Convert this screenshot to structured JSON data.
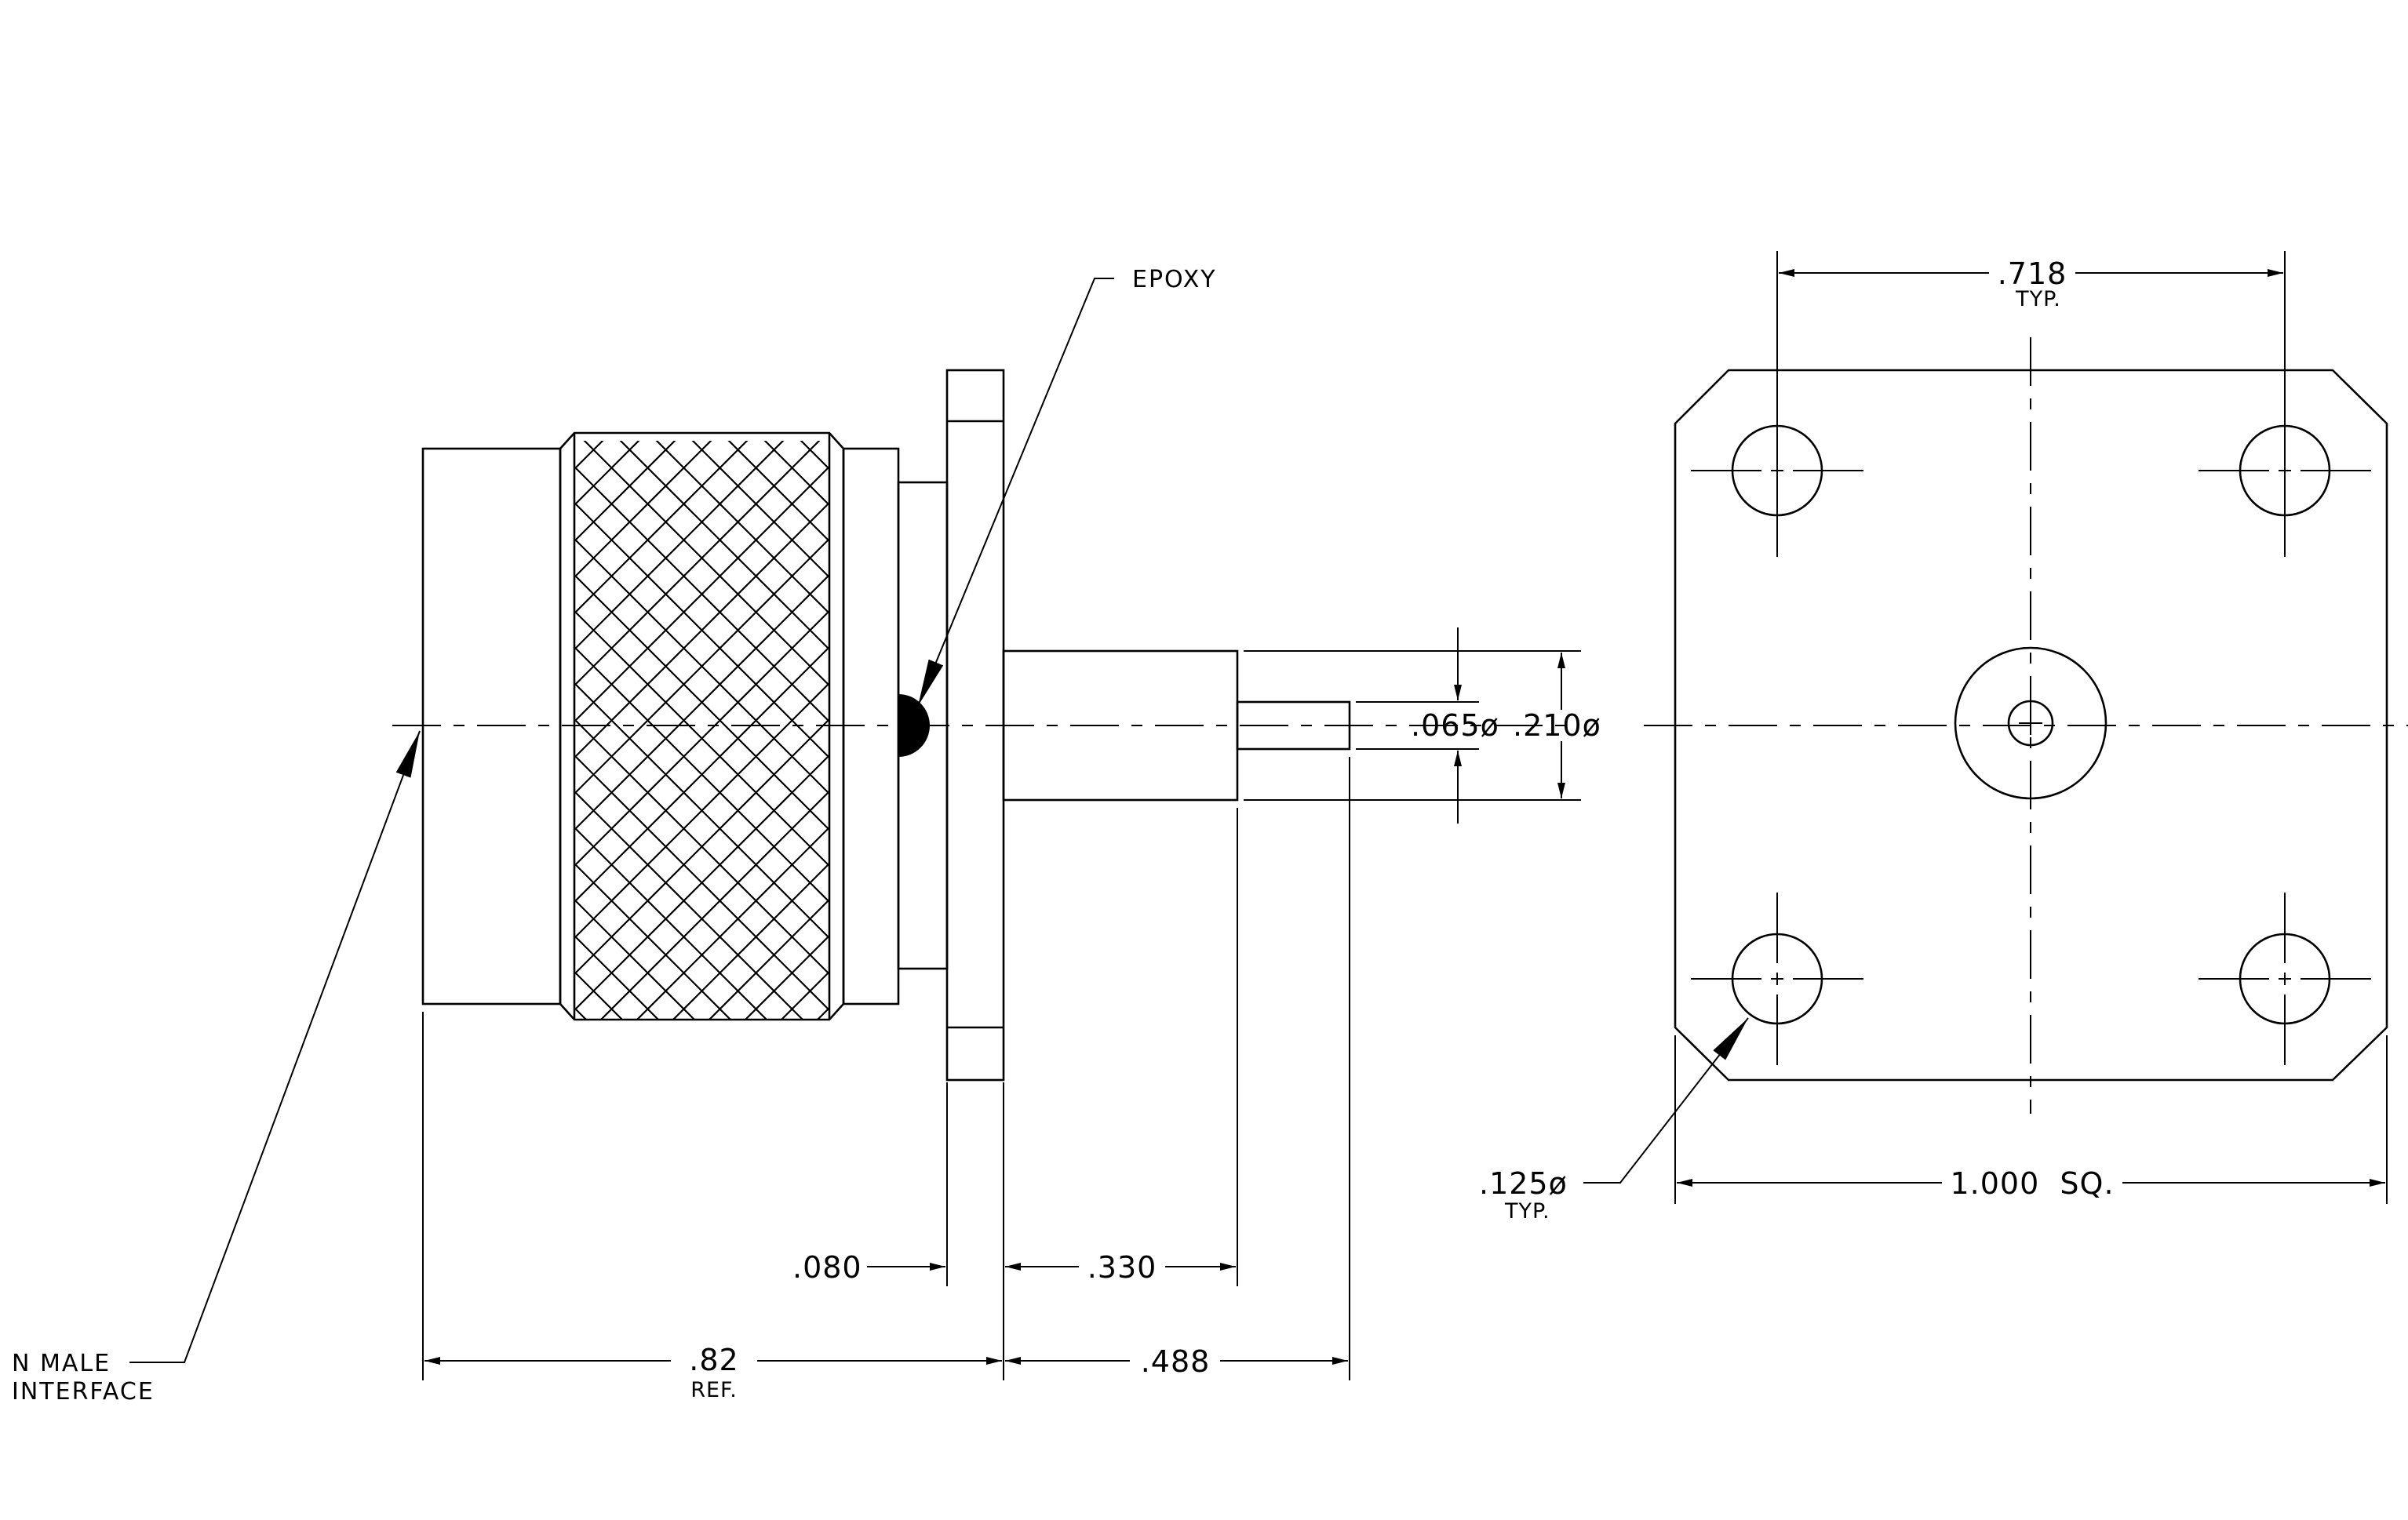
{
  "labels": {
    "epoxy": "EPOXY",
    "interface_line1": "N  MALE",
    "interface_line2": "INTERFACE"
  },
  "dimensions": {
    "hole_spacing": ".718",
    "hole_spacing_note": "TYP.",
    "pin_dia": ".065ø",
    "dielectric_dia": ".210ø",
    "hole_dia": ".125ø",
    "hole_dia_note": "TYP.",
    "flange_size": "1.000  SQ.",
    "flange_thickness": ".080",
    "dielectric_length": ".330",
    "body_length": ".82",
    "body_length_note": "REF.",
    "pin_length": ".488"
  }
}
